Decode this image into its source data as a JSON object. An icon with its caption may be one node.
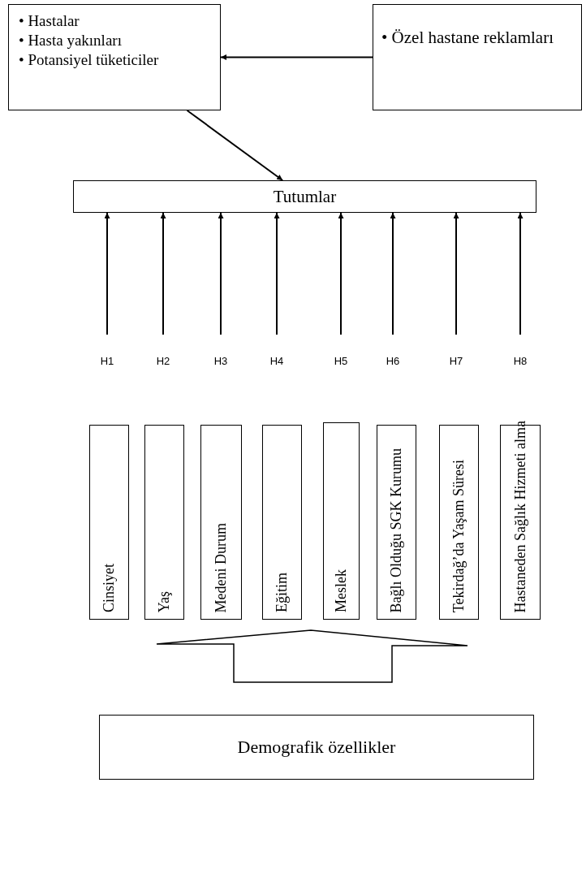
{
  "diagram": {
    "nodes": [
      {
        "text": [
          "• Hastalar",
          "• Hasta yakınları",
          "• Potansiyel tüketiciler"
        ]
      },
      {
        "text": [
          "• Özel hastane reklamları"
        ]
      },
      {
        "text": [
          "Tutumlar"
        ]
      },
      {
        "text": [
          "Cinsiyet"
        ]
      },
      {
        "text": [
          "Yaş"
        ]
      },
      {
        "text": [
          "Medeni Durum"
        ]
      },
      {
        "text": [
          "Eğitim"
        ]
      },
      {
        "text": [
          "Meslek"
        ]
      },
      {
        "text": [
          "Bağlı Olduğu SGK Kurumu"
        ]
      },
      {
        "text": [
          "Tekirdağ’da Yaşam Süresi"
        ]
      },
      {
        "text": [
          "Hastaneden Sağlık Hizmeti alma"
        ]
      },
      {
        "text": [],
        "shape": "arrow"
      },
      {
        "text": [
          "Demografik özellikler"
        ]
      }
    ],
    "edges": [
      {
        "from": 1,
        "to": 0,
        "arrow": "to"
      },
      {
        "from": 0,
        "to": 2,
        "arrow": "to"
      },
      {
        "from": null,
        "to": 2,
        "arrow": "to",
        "label": "H1"
      },
      {
        "from": null,
        "to": 2,
        "arrow": "to",
        "label": "H2"
      },
      {
        "from": null,
        "to": 2,
        "arrow": "to",
        "label": "H3"
      },
      {
        "from": null,
        "to": 2,
        "arrow": "to",
        "label": "H4"
      },
      {
        "from": null,
        "to": 2,
        "arrow": "to",
        "label": "H5"
      },
      {
        "from": null,
        "to": 2,
        "arrow": "to",
        "label": "H6"
      },
      {
        "from": null,
        "to": 2,
        "arrow": "to",
        "label": "H7"
      },
      {
        "from": null,
        "to": 2,
        "arrow": "to",
        "label": "H8"
      }
    ]
  }
}
